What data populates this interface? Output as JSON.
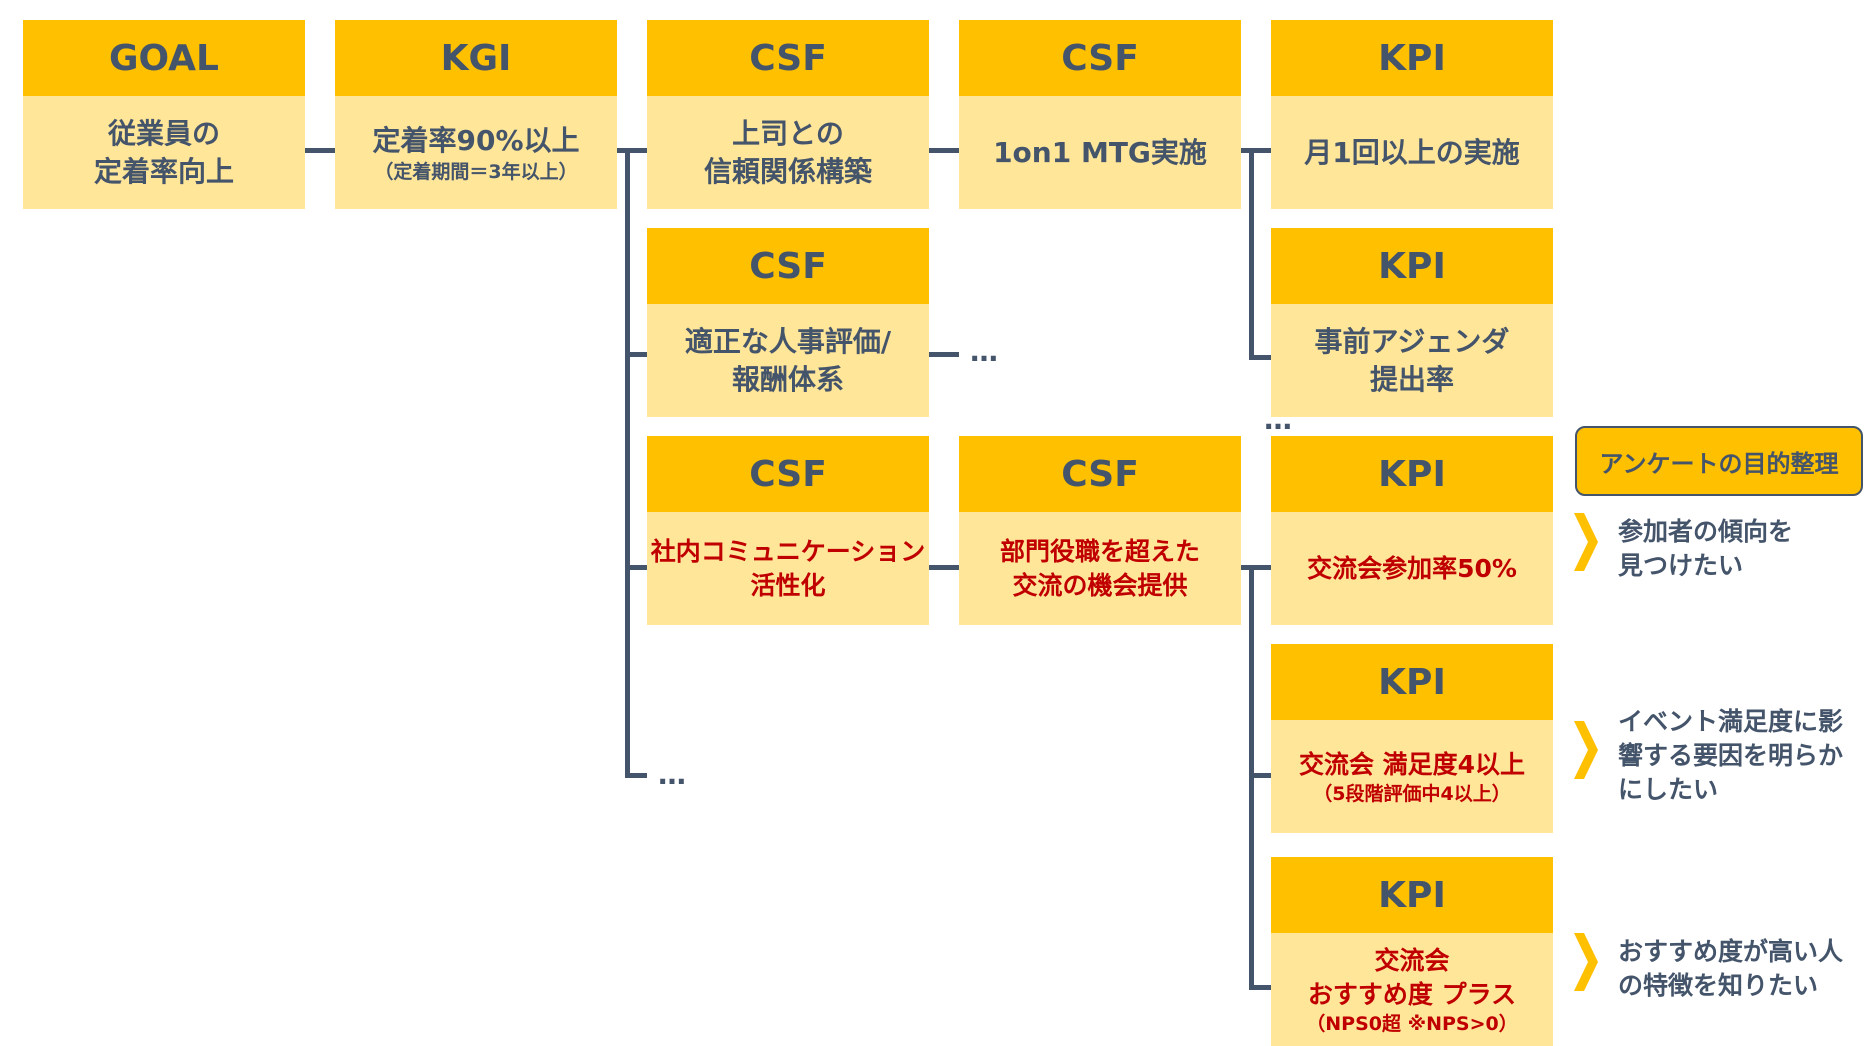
{
  "goal": {
    "label": "GOAL",
    "line1": "従業員の",
    "line2": "定着率向上"
  },
  "kgi": {
    "label": "KGI",
    "line1": "定着率90%以上",
    "sub": "（定着期間＝3年以上）"
  },
  "csf_row1": {
    "label": "CSF",
    "line1": "上司との",
    "line2": "信頼関係構築"
  },
  "csf_row1b": {
    "label": "CSF",
    "line1": "1on1 MTG実施"
  },
  "kpi_row1": {
    "label": "KPI",
    "line1": "月1回以上の実施"
  },
  "kpi_row2": {
    "label": "KPI",
    "line1": "事前アジェンダ",
    "line2": "提出率"
  },
  "csf_row2": {
    "label": "CSF",
    "line1": "適正な人事評価/",
    "line2": "報酬体系"
  },
  "csf_row3": {
    "label": "CSF",
    "line1": "社内コミュニケーション",
    "line2": "活性化"
  },
  "csf_row3b": {
    "label": "CSF",
    "line1": "部門役職を超えた",
    "line2": "交流の機会提供"
  },
  "kpi_row3": {
    "label": "KPI",
    "line1": "交流会参加率50%"
  },
  "kpi_row4": {
    "label": "KPI",
    "line1": "交流会 満足度4以上",
    "sub": "（5段階評価中4以上）"
  },
  "kpi_row5": {
    "label": "KPI",
    "line1": "交流会",
    "line2": "おすすめ度 プラス",
    "sub": "（NPS0超 ※NPS>0）"
  },
  "ellipsis": "…",
  "survey": {
    "title": "アンケートの目的整理",
    "notes": [
      {
        "line1": "参加者の傾向を",
        "line2": "見つけたい"
      },
      {
        "line1": "イベント満足度に影",
        "line2": "響する要因を明らか",
        "line3": "にしたい"
      },
      {
        "line1": "おすすめ度が高い人",
        "line2": "の特徴を知りたい"
      }
    ]
  },
  "colors": {
    "header": "#FFC000",
    "body": "#FFE699",
    "text": "#44546A",
    "accent_text": "#C00000"
  }
}
